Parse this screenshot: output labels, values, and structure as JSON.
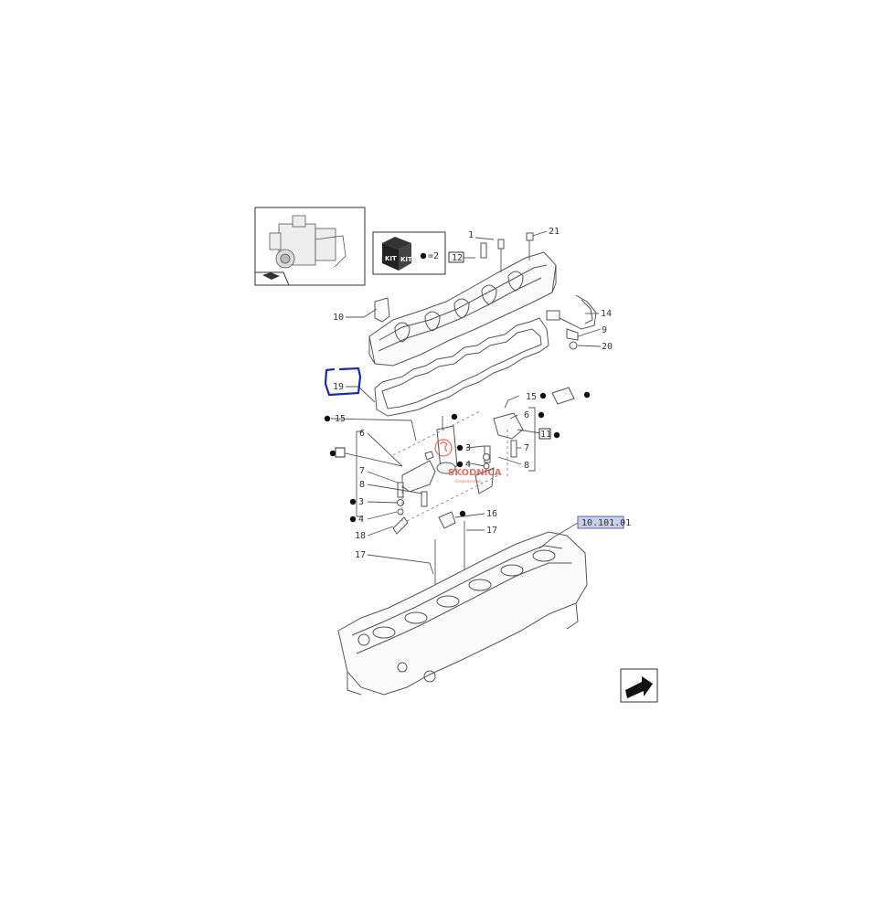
{
  "inset": {
    "icon": "engine-thumbnail",
    "arrow_icon": "book-arrow-icon"
  },
  "kit_box": {
    "icon": "kit-box-icon",
    "label_top": "KIT",
    "label_side": "KIT",
    "qty_text": "=2"
  },
  "reference_tag": "10.101.01",
  "watermark": {
    "main": "SKODNICA",
    "sub": "Gospodarstwo"
  },
  "next_page_icon": "next-page-arrow-icon",
  "callouts": {
    "c1": "1",
    "c21": "21",
    "c12": "12",
    "c10": "10",
    "c14": "14",
    "c9": "9",
    "c20": "20",
    "c19": "19",
    "c15a": "15",
    "c6a": "6",
    "c11": "11",
    "c7a": "7",
    "c8a": "8",
    "c15b": "15",
    "c6b": "6",
    "c3a": "3",
    "c4a": "4",
    "c7b": "7",
    "c8b": "8",
    "c3b": "3",
    "c4b": "4",
    "c18": "18",
    "c16": "16",
    "c17a": "17",
    "c17b": "17"
  },
  "colors": {
    "highlight": "#1a2aa8",
    "tag_fill": "#c9cfe6",
    "watermark": "#d6453d"
  }
}
